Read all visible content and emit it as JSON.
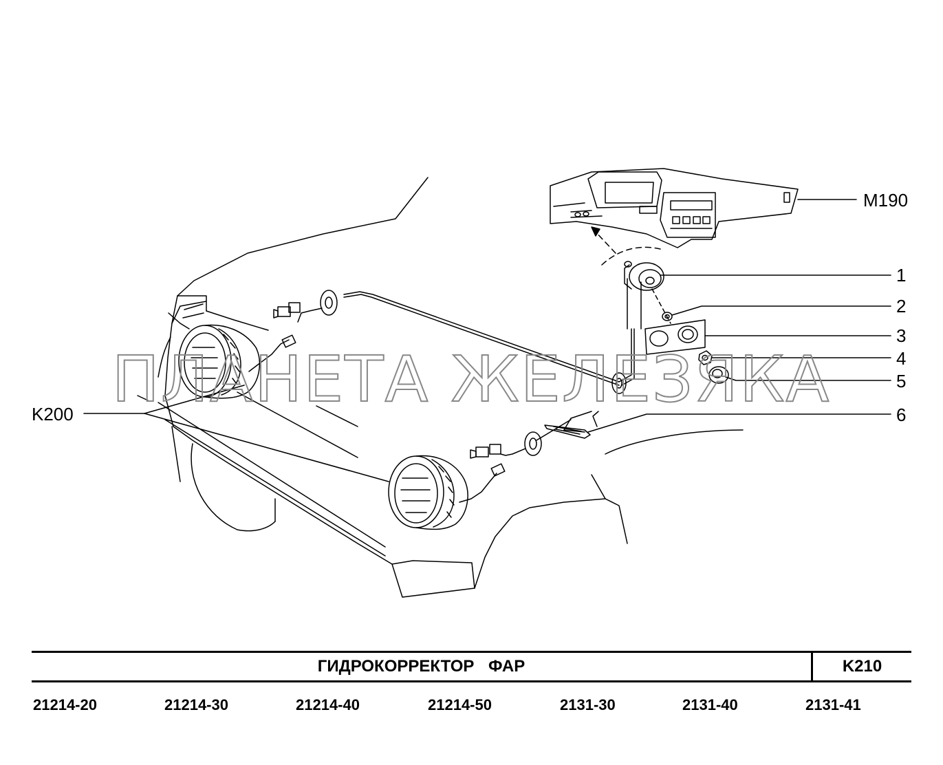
{
  "diagram": {
    "callouts": {
      "m190": "M190",
      "k200": "K200",
      "p1": "1",
      "p2": "2",
      "p3": "3",
      "p4": "4",
      "p5": "5",
      "p6": "6"
    },
    "watermark": "ПЛАНЕТА ЖЕЛЕЗЯКА"
  },
  "title_block": {
    "title": "ГИДРОКОРРЕКТОР   ФАР",
    "code": "K210"
  },
  "models": [
    "21214-20",
    "21214-30",
    "21214-40",
    "21214-50",
    "2131-30",
    "2131-40",
    "2131-41"
  ]
}
